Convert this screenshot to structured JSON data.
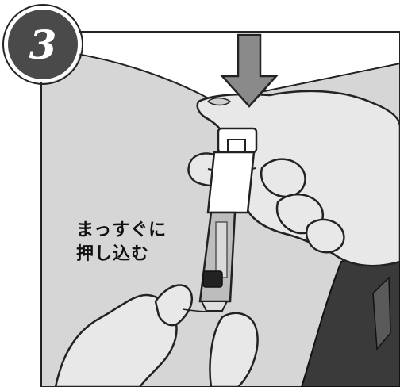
{
  "step": {
    "number": "3"
  },
  "instruction": {
    "line1": "まっすぐに",
    "line2": "押し込む"
  },
  "colors": {
    "skin": "#e8e8e8",
    "background_panel": "#d6d6d6",
    "sleeve": "#3a3a3a",
    "outline": "#222222",
    "arrow": "#8a8a8a",
    "badge": "#4a4a4a"
  }
}
